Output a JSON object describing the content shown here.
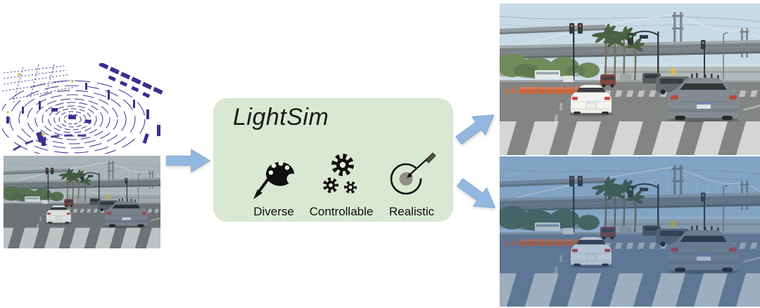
{
  "lightsim": {
    "title": "LightSim",
    "features": [
      {
        "label": "Diverse",
        "icon": "palette-brush-icon"
      },
      {
        "label": "Controllable",
        "icon": "gears-icon"
      },
      {
        "label": "Realistic",
        "icon": "target-arrow-icon"
      }
    ]
  },
  "panels": {
    "left_top": "lidar-point-cloud",
    "left_bottom": "camera-street-scene-input",
    "right_top": "relit-street-scene-day",
    "right_bottom": "relit-street-scene-dusk"
  },
  "colors": {
    "box_background": "#d9e8d2",
    "arrow_blue": "#93b8df",
    "lidar_points": "#3b2e8f"
  }
}
